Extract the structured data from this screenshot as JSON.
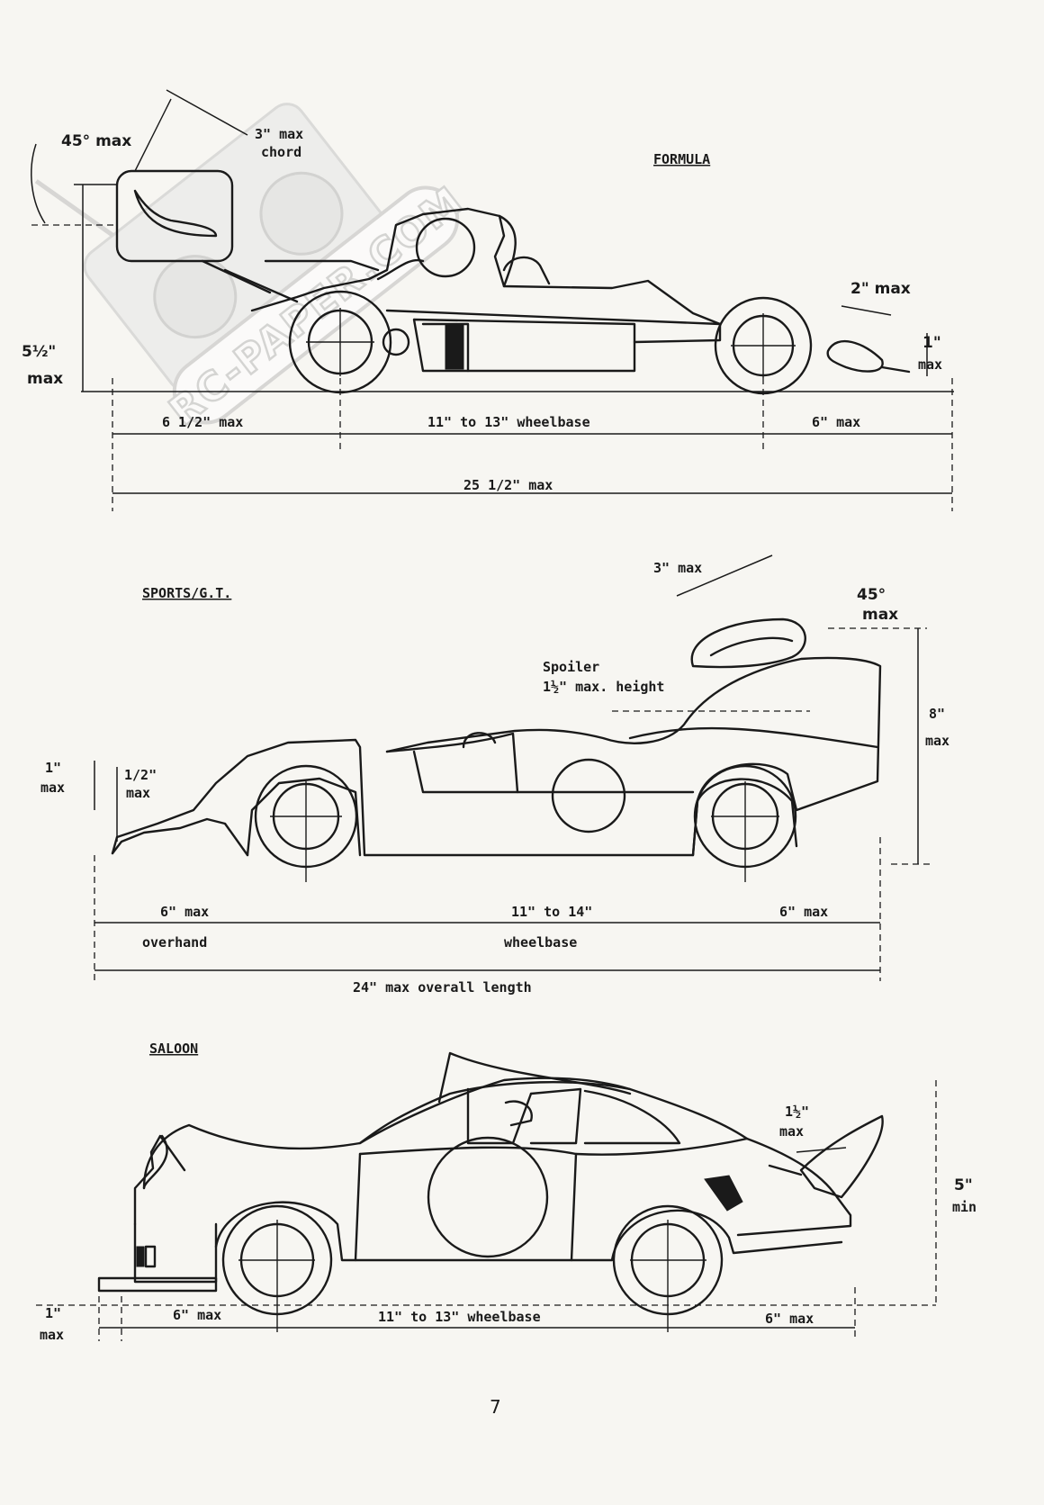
{
  "page_number": "7",
  "watermark": "RC-PAPER.COM",
  "formula": {
    "title": "FORMULA",
    "wing_angle": "45° max",
    "wing_chord": "3\" max",
    "wing_chord_2": "chord",
    "height": "5½\"",
    "height_2": "max",
    "rear_wing": "2\" max",
    "nose_height": "1\"",
    "nose_height_2": "max",
    "front_overhang": "6 1/2\" max",
    "wheelbase": "11\" to 13\" wheelbase",
    "rear_overhang": "6\" max",
    "overall": "25 1/2\" max"
  },
  "sports": {
    "title": "SPORTS/G.T.",
    "wing_chord": "3\" max",
    "wing_angle": "45°",
    "wing_angle_2": "max",
    "spoiler": "Spoiler",
    "spoiler_2": "1½\" max. height",
    "height": "8\"",
    "height_2": "max",
    "front_clear": "1\"",
    "front_clear_2": "max",
    "lip": "1/2\"",
    "lip_2": "max",
    "front_overhang": "6\" max",
    "overhang_word": "overhand",
    "wheelbase": "11\" to 14\"",
    "wheelbase_word": "wheelbase",
    "rear_overhang": "6\" max",
    "overall": "24\" max overall length"
  },
  "saloon": {
    "title": "SALOON",
    "spoiler": "1½\"",
    "spoiler_2": "max",
    "height": "5\"",
    "height_2": "min",
    "clear": "1\"",
    "clear_2": "max",
    "front_overhang": "6\" max",
    "wheelbase": "11\" to 13\" wheelbase",
    "rear_overhang": "6\" max"
  }
}
